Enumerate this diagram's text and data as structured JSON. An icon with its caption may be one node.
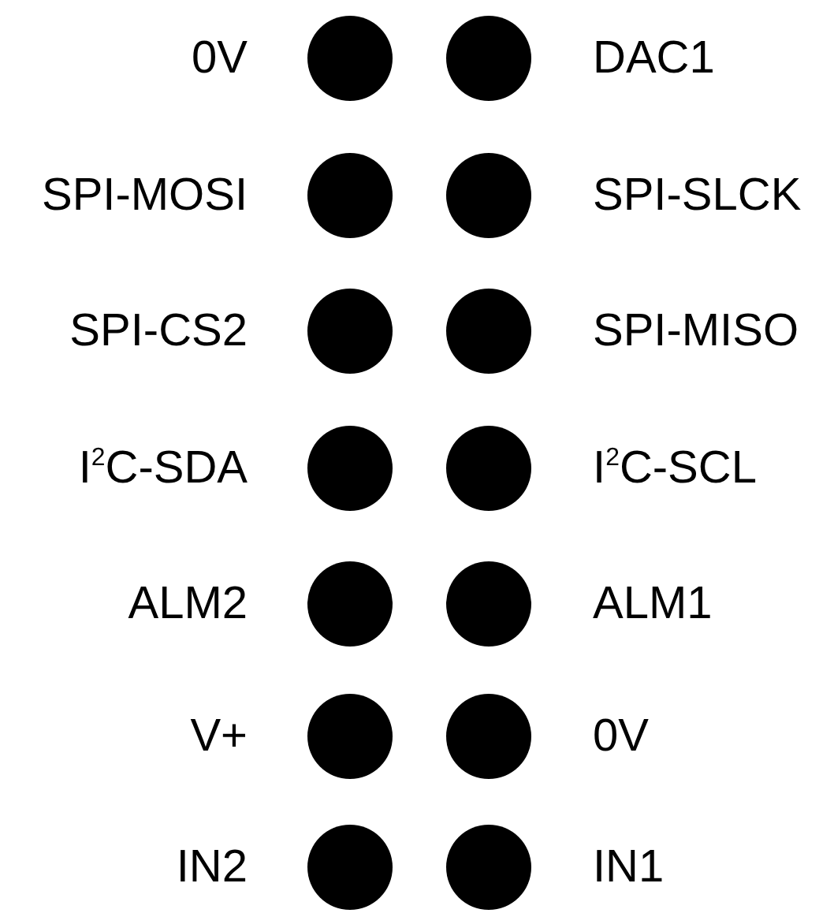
{
  "diagram": {
    "labels": [
      "0V",
      "DAC1",
      "SPI-MOSI",
      "SPI-SLCK",
      "SPI-CS2",
      "SPI-MISO",
      "I$^{2}$C-SDA",
      "I$^{2}$C-SCL",
      "ALM2",
      "ALM1",
      "V+",
      "0V",
      "IN2",
      "IN1"
    ]
  }
}
